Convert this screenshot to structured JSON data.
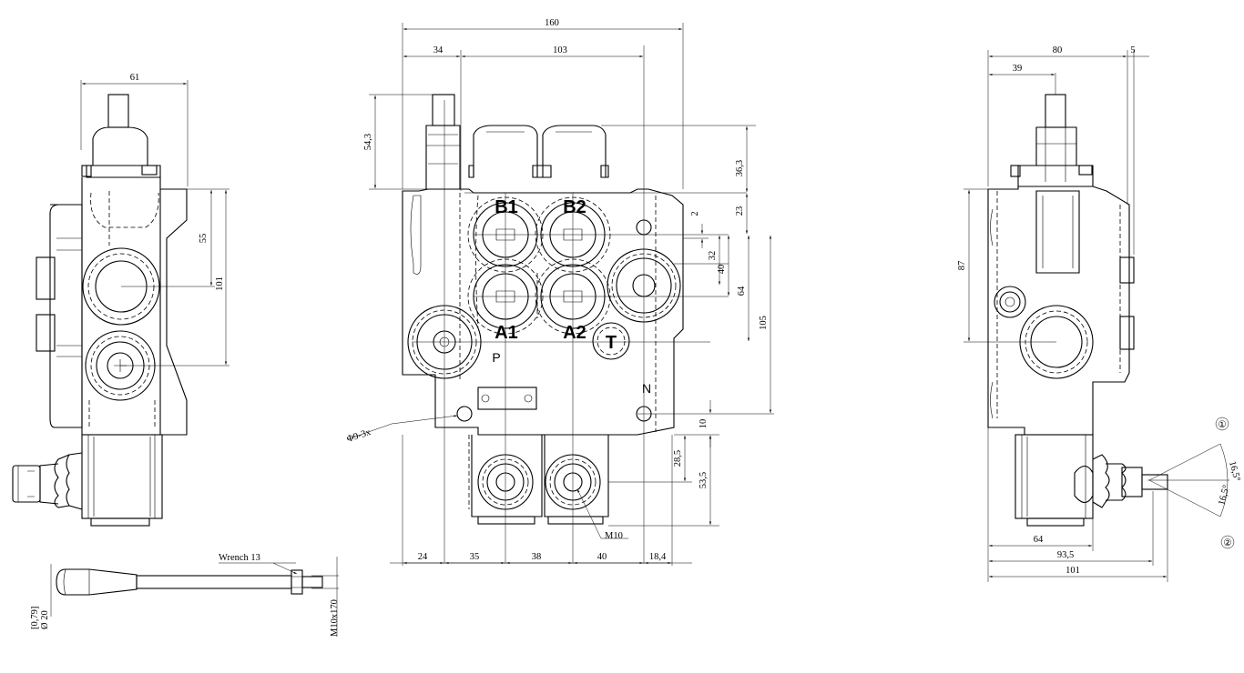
{
  "front_view": {
    "ports": {
      "b1": "B1",
      "b2": "B2",
      "a1": "A1",
      "a2": "A2",
      "p": "P",
      "t": "T",
      "n": "N"
    },
    "dimensions": {
      "overall_width": "160",
      "offset_34": "34",
      "spacing_103": "103",
      "h_54_3": "54,3",
      "h_36_3": "36,3",
      "h_23": "23",
      "h_2": "2",
      "h_32": "32",
      "h_40": "40",
      "h_64": "64",
      "h_105": "105",
      "h_10": "10",
      "h_28_5": "28,5",
      "h_53_5": "53,5",
      "b_24": "24",
      "b_35": "35",
      "b_38": "38",
      "b_40": "40",
      "b_18_4": "18,4"
    },
    "hole_callout": "Φ9-3x",
    "thread_callout": "M10"
  },
  "left_view": {
    "dimensions": {
      "w_61": "61",
      "h_55": "55",
      "h_101": "101"
    }
  },
  "right_view": {
    "dimensions": {
      "w_80": "80",
      "w_39": "39",
      "w_5": "5",
      "h_87": "87",
      "b_64": "64",
      "b_93_5": "93,5",
      "b_101": "101",
      "angle_1": "16,5°",
      "angle_2": "16,5°"
    },
    "positions": {
      "pos1": "①",
      "pos2": "②"
    }
  },
  "lever_detail": {
    "wrench": "Wrench 13",
    "dia_bracket": "[0,79]",
    "dia": "Ø 20",
    "thread": "M10x170"
  }
}
